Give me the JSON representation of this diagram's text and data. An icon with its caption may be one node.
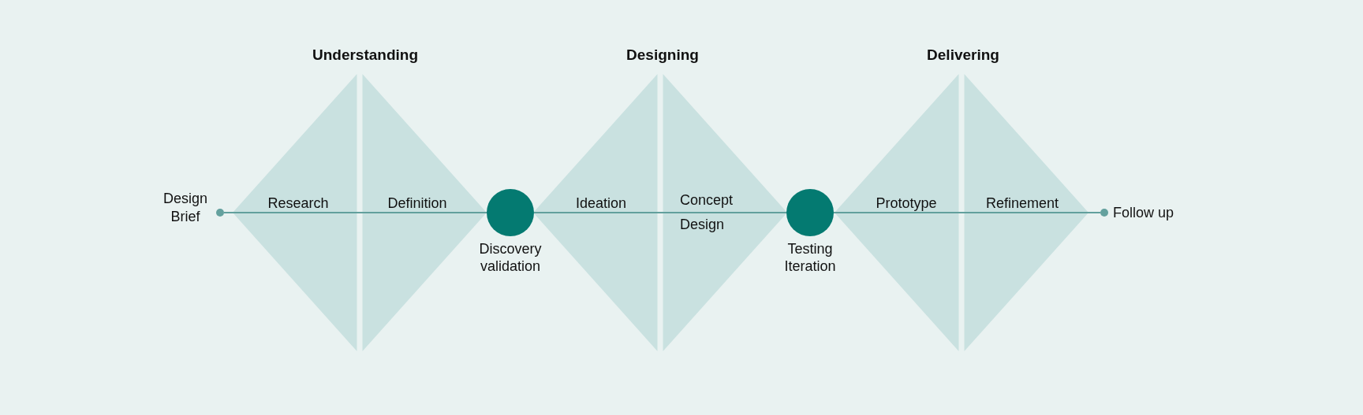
{
  "diagram": {
    "nodes": [
      {
        "text": [],
        "shape": "circle",
        "beside": [
          "Design Brief"
        ]
      },
      {
        "text": [],
        "shape": "circle",
        "beside": [
          "Discovery validation"
        ]
      },
      {
        "text": [],
        "shape": "circle",
        "beside": [
          "Testing Iteration"
        ]
      },
      {
        "text": [],
        "shape": "circle",
        "beside": [
          "Follow up"
        ]
      }
    ],
    "edges": [
      {
        "from": 0,
        "to": 1,
        "arrow": "none"
      },
      {
        "from": 1,
        "to": 2,
        "arrow": "none"
      },
      {
        "from": 2,
        "to": 3,
        "arrow": "none"
      }
    ],
    "labels": [
      "Understanding",
      "Designing",
      "Delivering",
      "Research",
      "Definition",
      "Ideation",
      "Concept Design",
      "Prototype",
      "Refinement"
    ]
  }
}
